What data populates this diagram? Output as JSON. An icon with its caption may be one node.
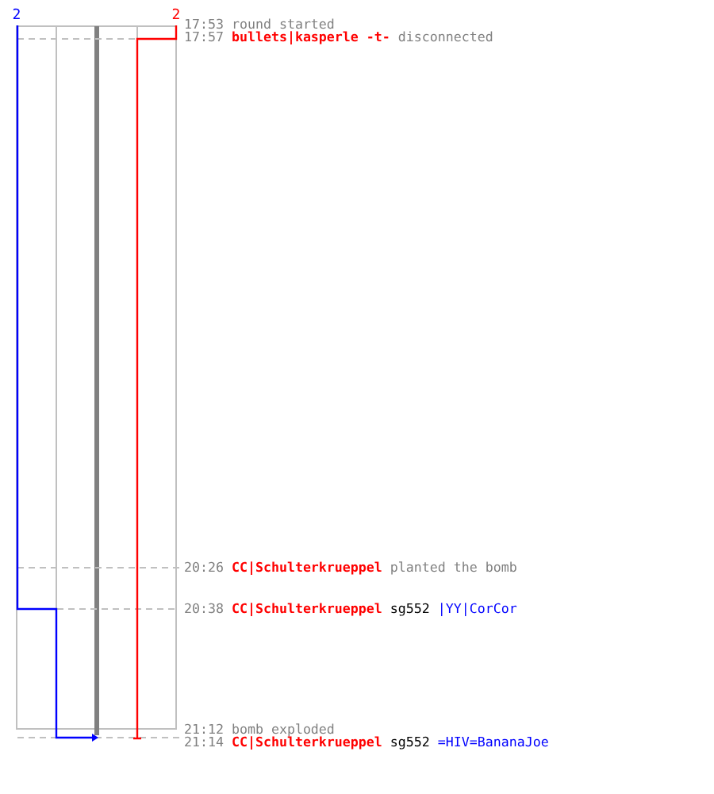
{
  "diagram": {
    "labels": [
      "2",
      "2",
      "17:53",
      "round started",
      "17:57",
      "bullets|kasperle -t-",
      "disconnected",
      "20:26",
      "CC|Schulterkrueppel",
      "planted the bomb",
      "20:38",
      "CC|Schulterkrueppel",
      "sg552",
      "|YY|CorCor",
      "21:12",
      "bomb exploded",
      "21:14",
      "CC|Schulterkrueppel",
      "sg552",
      "=HIV=BananaJoe"
    ]
  }
}
